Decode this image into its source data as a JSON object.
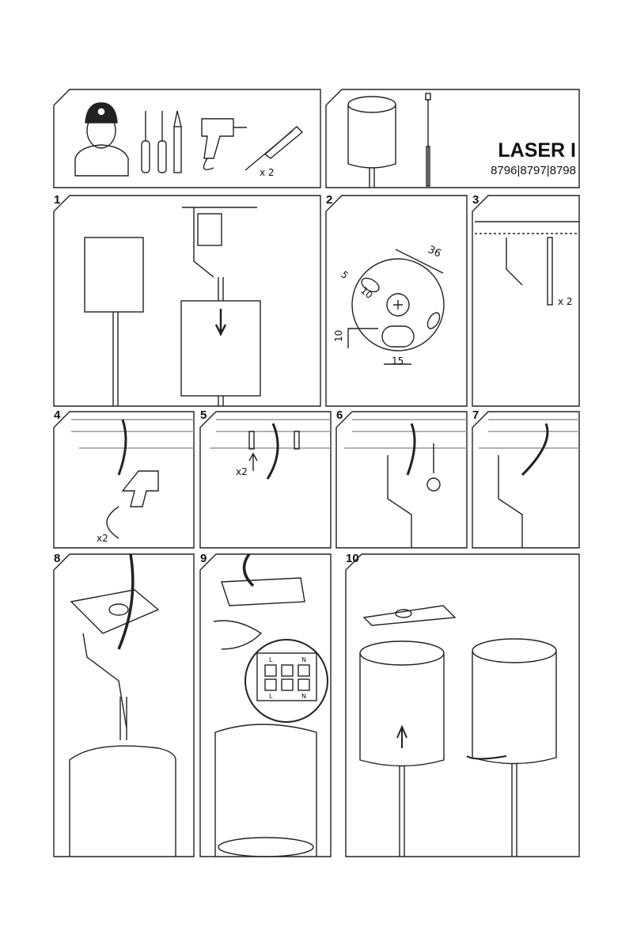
{
  "header": {
    "product_name": "LASER I",
    "product_codes": "8796|8797|8798"
  },
  "tools": {
    "dowel_quantity": "x 2"
  },
  "steps": [
    {
      "number": "1"
    },
    {
      "number": "2",
      "dimensions": [
        "36",
        "5",
        "10",
        "10",
        "15"
      ]
    },
    {
      "number": "3",
      "quantity": "x 2"
    },
    {
      "number": "4",
      "quantity": "x2"
    },
    {
      "number": "5",
      "quantity": "x2"
    },
    {
      "number": "6"
    },
    {
      "number": "7"
    },
    {
      "number": "8"
    },
    {
      "number": "9",
      "terminal_labels": [
        "L",
        "N",
        "L",
        "N"
      ]
    },
    {
      "number": "10"
    }
  ]
}
